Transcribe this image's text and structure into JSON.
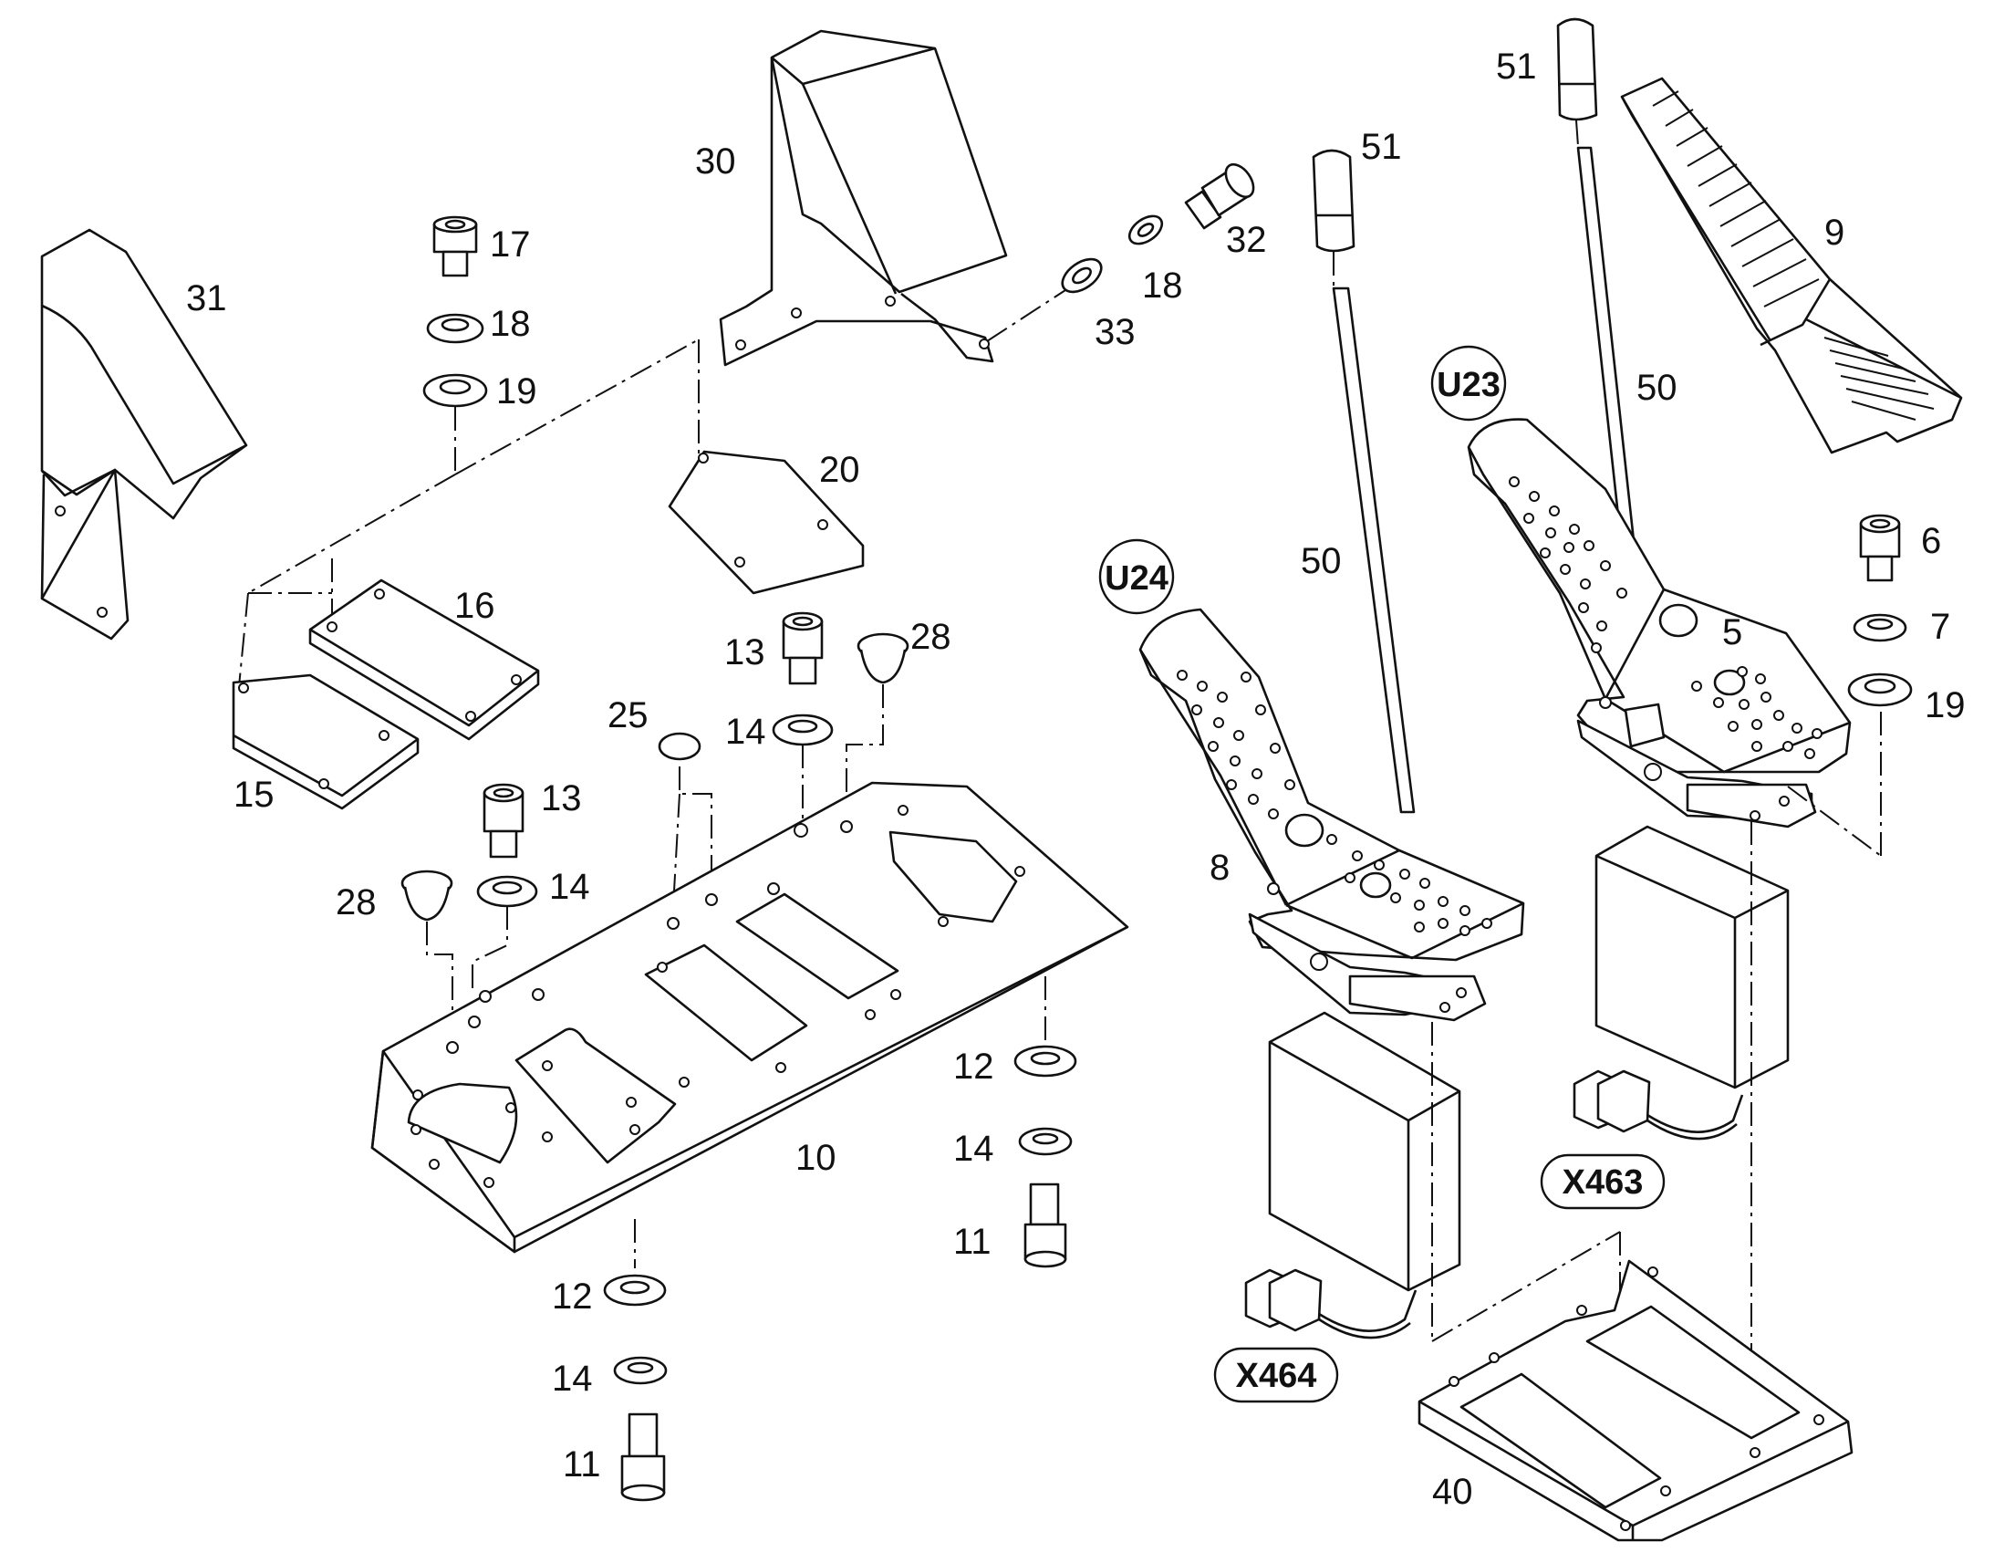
{
  "part_numbers": {
    "p31": "31",
    "p30": "30",
    "p32": "32",
    "p33": "33",
    "p18a": "18",
    "p17": "17",
    "p18b": "18",
    "p19a": "19",
    "p20": "20",
    "p16": "16",
    "p15": "15",
    "p13a": "13",
    "p28a": "28",
    "p25": "25",
    "p14a": "14",
    "p13b": "13",
    "p28b": "28",
    "p14b": "14",
    "p12a": "12",
    "p14c": "14",
    "p11a": "11",
    "p10": "10",
    "p12b": "12",
    "p14d": "14",
    "p11b": "11",
    "p51a": "51",
    "p51b": "51",
    "p50a": "50",
    "p50b": "50",
    "p9": "9",
    "p8": "8",
    "p5": "5",
    "p6": "6",
    "p7": "7",
    "p19b": "19",
    "p40": "40"
  },
  "tags": {
    "u23": "U23",
    "u24": "U24",
    "x463": "X463",
    "x464": "X464"
  }
}
